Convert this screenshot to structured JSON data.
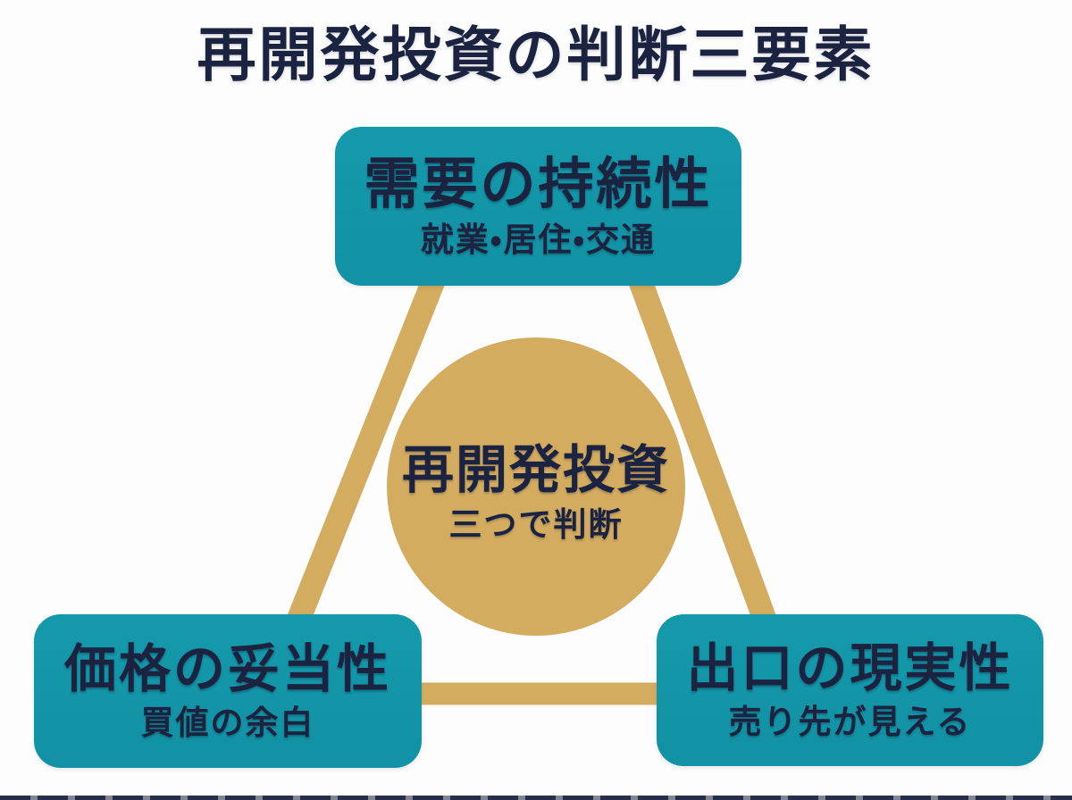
{
  "title": "再開発投資の判断三要素",
  "colors": {
    "teal": "#1296A8",
    "gold": "#D4AC60",
    "navy": "#1B2340",
    "background": "#FDFDFD"
  },
  "center": {
    "label": "再開発投資",
    "sublabel": "三つで判断"
  },
  "nodes": [
    {
      "id": "demand",
      "label": "需要の持続性",
      "sublabel": "就業・居住・交通"
    },
    {
      "id": "price",
      "label": "価格の妥当性",
      "sublabel": "買値の余白"
    },
    {
      "id": "exit",
      "label": "出口の現実性",
      "sublabel": "売り先が見える"
    }
  ]
}
